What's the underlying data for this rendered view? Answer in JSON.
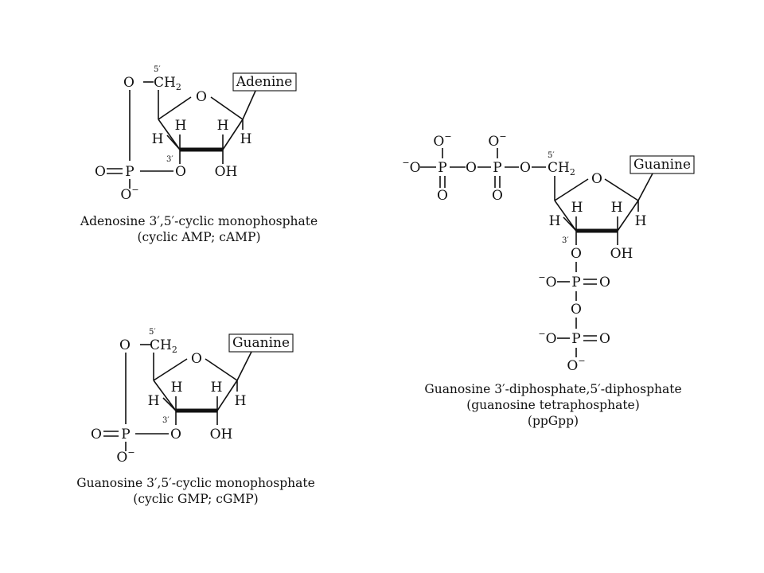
{
  "molecules": {
    "camp": {
      "caption_line1": "Adenosine 3′,5′-cyclic monophosphate",
      "caption_line2": "(cyclic AMP; cAMP)",
      "base": "Adenine"
    },
    "cgmp": {
      "caption_line1": "Guanosine 3′,5′-cyclic monophosphate",
      "caption_line2": "(cyclic GMP; cGMP)",
      "base": "Guanine"
    },
    "ppgpp": {
      "caption_line1": "Guanosine 3′-diphosphate,5′-diphosphate",
      "caption_line2": "(guanosine tetraphosphate)",
      "caption_line3": "(ppGpp)",
      "base": "Guanine"
    }
  },
  "atoms": {
    "oxygen": "O",
    "phosphorus": "P",
    "hydrogen": "H",
    "hydroxyl": "OH",
    "methylene": "CH",
    "methylene_sub": "2",
    "minus": "−",
    "position_5": "5′",
    "position_3": "3′"
  }
}
